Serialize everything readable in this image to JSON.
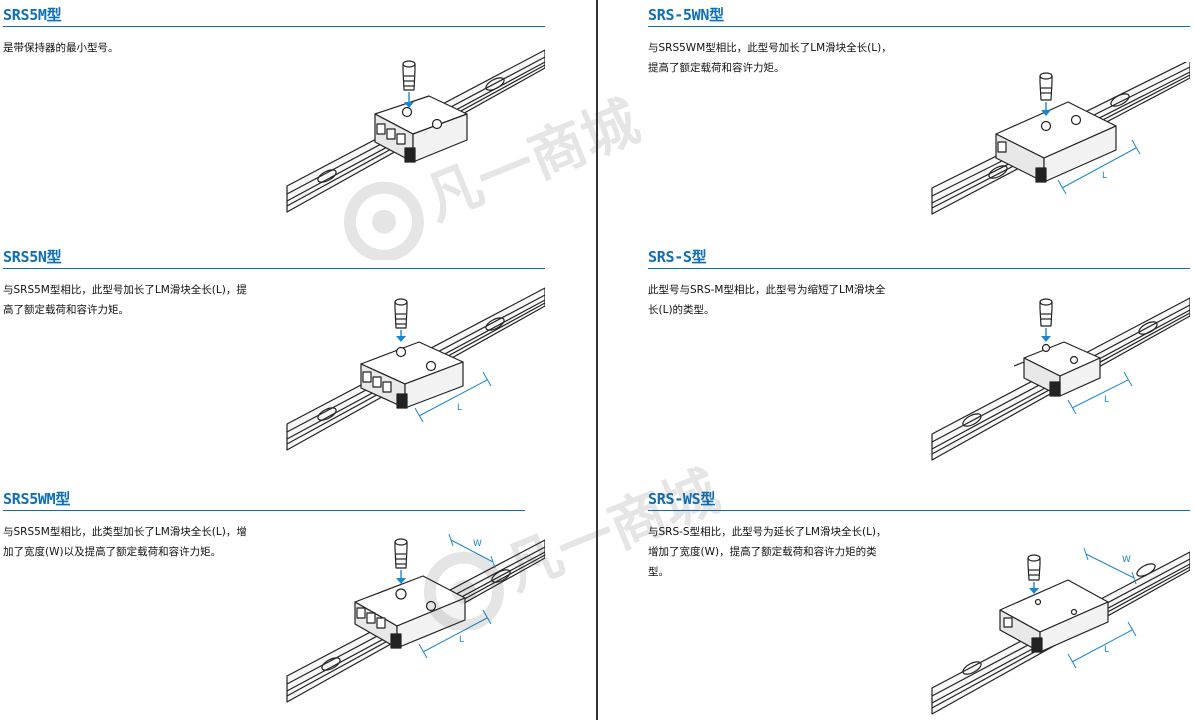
{
  "left": [
    {
      "title": "SRS5M型",
      "desc": "是带保持器的最小型号。",
      "dims": []
    },
    {
      "title": "SRS5N型",
      "desc": "与SRS5M型相比，此型号加长了LM滑块全长(L)，提\n高了额定载荷和容许力矩。",
      "dims": [
        "L"
      ]
    },
    {
      "title": "SRS5WM型",
      "desc": "与SRS5M型相比，此类型加长了LM滑块全长(L)，增\n加了宽度(W)以及提高了额定载荷和容许力矩。",
      "dims": [
        "W",
        "L"
      ]
    }
  ],
  "right": [
    {
      "title": "SRS-5WN型",
      "desc": "与SRS5WM型相比，此型号加长了LM滑块全长(L)，\n提高了额定载荷和容许力矩。",
      "dims": [
        "L"
      ]
    },
    {
      "title": "SRS-S型",
      "desc": "此型号与SRS-M型相比，此型号为缩短了LM滑块全\n长(L)的类型。",
      "dims": [
        "L"
      ]
    },
    {
      "title": "SRS-WS型",
      "desc": "与SRS-S型相比，此型号为延长了LM滑块全长(L)，\n增加了宽度(W)，提高了额定载荷和容许力矩的类\n型。",
      "dims": [
        "W",
        "L"
      ]
    }
  ],
  "watermark": "凡一商城",
  "colors": {
    "accent": "#0d6fb8",
    "dimension": "#1a88d0",
    "text": "#111111"
  }
}
